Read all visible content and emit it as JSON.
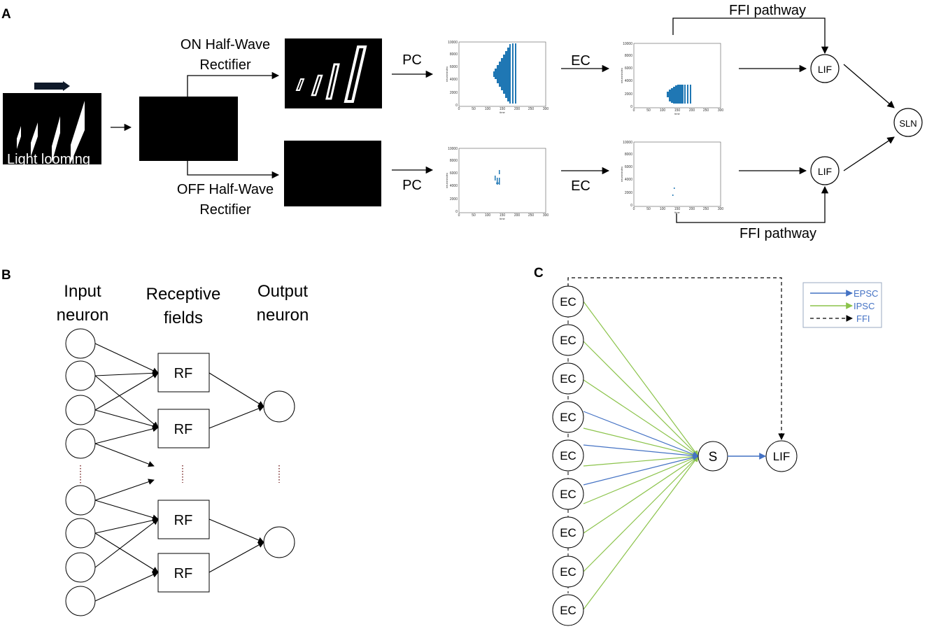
{
  "panels": {
    "a": "A",
    "b": "B",
    "c": "C"
  },
  "panel_a": {
    "input_label": "Light looming",
    "on_rectifier": [
      "ON Half-Wave",
      "Rectifier"
    ],
    "off_rectifier": [
      "OFF Half-Wave",
      "Rectifier"
    ],
    "pc": "PC",
    "ec": "EC",
    "ffi_top": "FFI pathway",
    "ffi_bottom": "FFI pathway",
    "lif": "LIF",
    "sln": "SLN",
    "plot_xticks": [
      "0",
      "50",
      "100",
      "150",
      "200",
      "250",
      "300"
    ],
    "plot_yticks": [
      "0",
      "2000",
      "4000",
      "6000",
      "8000",
      "10000"
    ],
    "plot_xlabel": "time",
    "plot_ylabel": "neuronindex",
    "colors": {
      "raster": "#1f77b4"
    }
  },
  "panel_b": {
    "col_input": [
      "Input",
      "neuron"
    ],
    "col_rf": [
      "Receptive",
      "fields"
    ],
    "col_output": [
      "Output",
      "neuron"
    ],
    "rf_label": "RF"
  },
  "panel_c": {
    "ec_label": "EC",
    "s_label": "S",
    "lif_label": "LIF",
    "legend": {
      "epsc": "EPSC",
      "ipsc": "IPSC",
      "ffi": "FFI"
    },
    "colors": {
      "epsc": "#4472c4",
      "ipsc": "#8bc34a",
      "ffi": "#000000"
    }
  }
}
